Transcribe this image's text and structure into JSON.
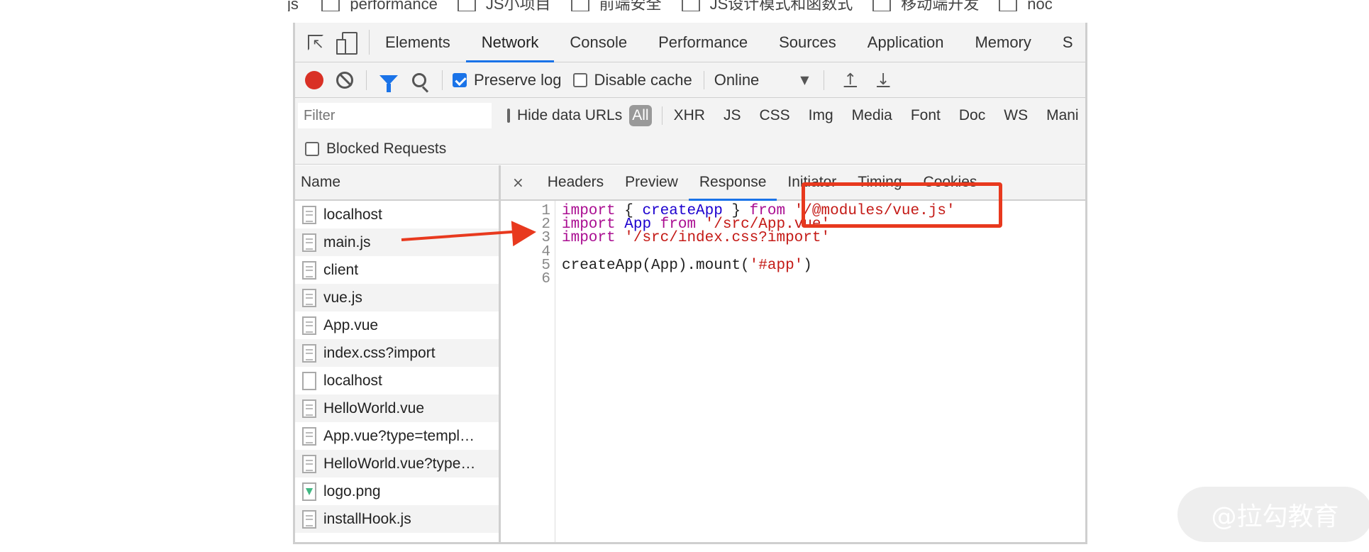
{
  "bookmarks": {
    "items": [
      "performance",
      "JS小项目",
      "前端安全",
      "JS设计模式和函数式",
      "移动端开发",
      "noc"
    ],
    "first_fragment": "js"
  },
  "tabs": [
    "Elements",
    "Network",
    "Console",
    "Performance",
    "Sources",
    "Application",
    "Memory",
    "S"
  ],
  "active_tab": "Network",
  "toolbar": {
    "preserve_log": "Preserve log",
    "disable_cache": "Disable cache",
    "throttle": "Online"
  },
  "filterbar": {
    "filter_placeholder": "Filter",
    "hide_data_urls": "Hide data URLs",
    "chips": [
      "All",
      "XHR",
      "JS",
      "CSS",
      "Img",
      "Media",
      "Font",
      "Doc",
      "WS",
      "Mani"
    ],
    "blocked_requests": "Blocked Requests"
  },
  "requests": {
    "header": "Name",
    "items": [
      {
        "name": "localhost",
        "icon": "doc-icon"
      },
      {
        "name": "main.js",
        "icon": "doc-icon"
      },
      {
        "name": "client",
        "icon": "doc-icon"
      },
      {
        "name": "vue.js",
        "icon": "doc-icon"
      },
      {
        "name": "App.vue",
        "icon": "doc-icon"
      },
      {
        "name": "index.css?import",
        "icon": "doc-icon"
      },
      {
        "name": "localhost",
        "icon": "blank-doc-icon"
      },
      {
        "name": "HelloWorld.vue",
        "icon": "doc-icon"
      },
      {
        "name": "App.vue?type=templ…",
        "icon": "doc-icon"
      },
      {
        "name": "HelloWorld.vue?type…",
        "icon": "doc-icon"
      },
      {
        "name": "logo.png",
        "icon": "image-icon"
      },
      {
        "name": "installHook.js",
        "icon": "doc-icon"
      }
    ]
  },
  "detail": {
    "close": "×",
    "tabs": [
      "Headers",
      "Preview",
      "Response",
      "Initiator",
      "Timing",
      "Cookies"
    ],
    "active_tab": "Response",
    "lines": [
      {
        "n": "1",
        "tokens": [
          [
            "kw",
            "import"
          ],
          [
            "pl",
            " { "
          ],
          [
            "fn",
            "createApp"
          ],
          [
            "pl",
            " } "
          ],
          [
            "kw",
            "from"
          ],
          [
            "pl",
            " "
          ],
          [
            "str",
            "'/@modules/vue.js'"
          ]
        ]
      },
      {
        "n": "2",
        "tokens": [
          [
            "kw",
            "import"
          ],
          [
            "pl",
            " "
          ],
          [
            "id",
            "App"
          ],
          [
            "pl",
            " "
          ],
          [
            "kw",
            "from"
          ],
          [
            "pl",
            " "
          ],
          [
            "str",
            "'/src/App.vue'"
          ]
        ]
      },
      {
        "n": "3",
        "tokens": [
          [
            "kw",
            "import"
          ],
          [
            "pl",
            " "
          ],
          [
            "str",
            "'/src/index.css?import'"
          ]
        ]
      },
      {
        "n": "4",
        "tokens": []
      },
      {
        "n": "5",
        "tokens": [
          [
            "pl",
            "createApp(App).mount("
          ],
          [
            "str",
            "'#app'"
          ],
          [
            "pl",
            ")"
          ]
        ]
      },
      {
        "n": "6",
        "tokens": []
      }
    ]
  },
  "watermark": "@拉勾教育",
  "colors": {
    "accent": "#1a73e8",
    "annotation": "#e8391e",
    "record": "#d93025"
  }
}
